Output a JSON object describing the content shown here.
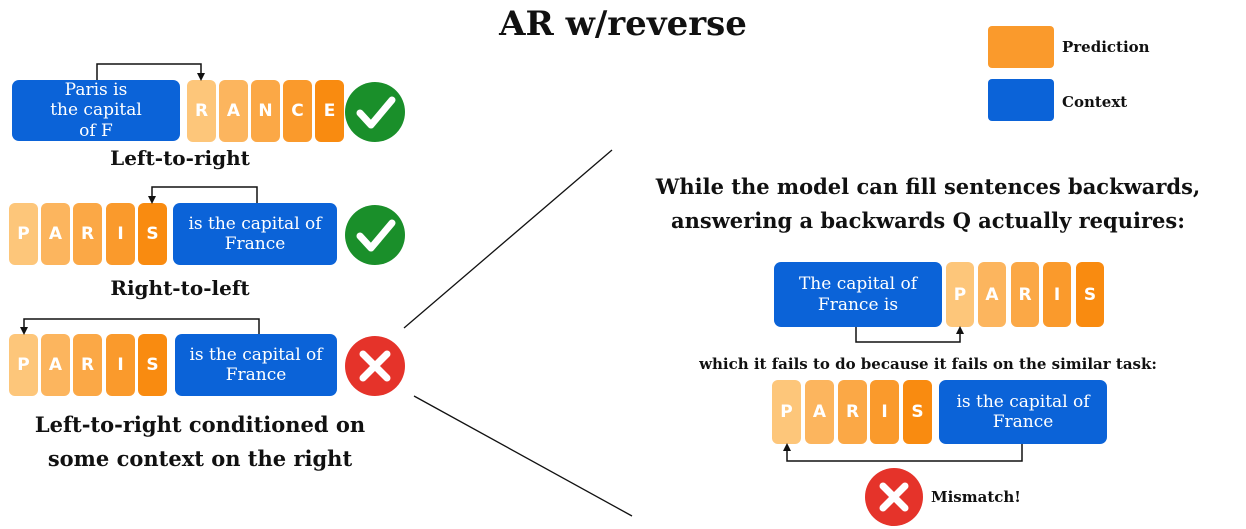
{
  "title": "AR w/reverse",
  "legend": {
    "prediction": "Prediction",
    "context": "Context",
    "prediction_color": "#fa9a2c",
    "context_color": "#0b63d8"
  },
  "left": {
    "ex1": {
      "context": "Paris is the capital of F",
      "tokens": [
        "R",
        "A",
        "N",
        "C",
        "E"
      ],
      "caption": "Left-to-right",
      "status": "check-icon"
    },
    "ex2": {
      "context": "is the capital of France",
      "tokens": [
        "P",
        "A",
        "R",
        "I",
        "S"
      ],
      "caption": "Right-to-left",
      "status": "check-icon"
    },
    "ex3": {
      "context": "is the capital of France",
      "tokens": [
        "P",
        "A",
        "R",
        "I",
        "S"
      ],
      "caption_line1": "Left-to-right conditioned on",
      "caption_line2": "some context on the right",
      "status": "cross-icon"
    }
  },
  "right": {
    "heading_line1": "While the model can fill sentences backwards,",
    "heading_line2": "answering a backwards Q actually requires:",
    "required": {
      "context": "The capital of France is",
      "tokens": [
        "P",
        "A",
        "R",
        "I",
        "S"
      ]
    },
    "middle_text": "which it fails to do because it fails on the similar task:",
    "similar": {
      "context": "is the capital of France",
      "tokens": [
        "P",
        "A",
        "R",
        "I",
        "S"
      ]
    },
    "mismatch": "Mismatch!"
  }
}
